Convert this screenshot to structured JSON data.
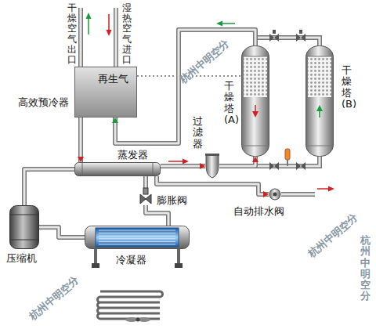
{
  "diagram": {
    "nodes": [
      {
        "text": [
          "高效预冷器",
          "再生气"
        ]
      },
      {
        "text": [
          "蒸发器"
        ]
      },
      {
        "text": [
          "过滤器"
        ]
      },
      {
        "text": [
          "干燥塔(A)"
        ]
      },
      {
        "text": [
          "干燥塔(B)"
        ]
      },
      {
        "text": [
          "膨胀阀"
        ]
      },
      {
        "text": [
          "自动排水阀"
        ]
      },
      {
        "text": [
          "压缩机"
        ]
      },
      {
        "text": [
          "冷凝器"
        ]
      }
    ],
    "edges": [
      {
        "from": 0,
        "to": 1,
        "arrow": "to"
      },
      {
        "from": 1,
        "to": 2,
        "arrow": "to"
      },
      {
        "from": 2,
        "to": 3,
        "arrow": "to"
      },
      {
        "from": 3,
        "to": 0,
        "arrow": "to"
      },
      {
        "from": 1,
        "to": 6,
        "arrow": "to"
      },
      {
        "from": 7,
        "to": 1,
        "arrow": "none"
      },
      {
        "from": 7,
        "to": 8,
        "arrow": "none"
      },
      {
        "from": 8,
        "to": 5,
        "arrow": "none"
      },
      {
        "from": 5,
        "to": 1,
        "arrow": "none"
      }
    ],
    "labels": [
      "干燥空气出口",
      "湿热空气进口",
      "杭州中明空分",
      "杭州中明空分",
      "杭州中明空分",
      "杭州中明空分"
    ]
  }
}
